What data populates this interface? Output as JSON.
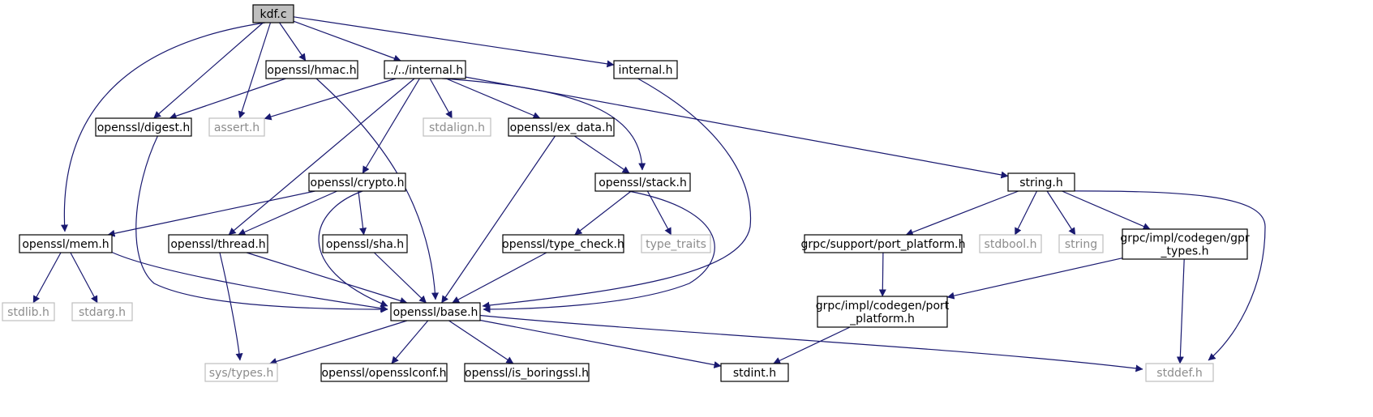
{
  "colors": {
    "edge": "#191970",
    "border_normal": "#000000",
    "border_external": "#bfbfbf",
    "fill_root": "#bfbfbf",
    "fill_normal": "#ffffff",
    "text_normal": "#000000",
    "text_external": "#8c8c8c"
  },
  "nodes": [
    {
      "id": "kdf_c",
      "lines": [
        "kdf.c"
      ],
      "kind": "root"
    },
    {
      "id": "openssl_hmac_h",
      "lines": [
        "openssl/hmac.h"
      ],
      "kind": "normal"
    },
    {
      "id": "internal_rel_h",
      "lines": [
        "../../internal.h"
      ],
      "kind": "normal"
    },
    {
      "id": "internal_h",
      "lines": [
        "internal.h"
      ],
      "kind": "normal"
    },
    {
      "id": "openssl_digest_h",
      "lines": [
        "openssl/digest.h"
      ],
      "kind": "normal"
    },
    {
      "id": "assert_h",
      "lines": [
        "assert.h"
      ],
      "kind": "external"
    },
    {
      "id": "stdalign_h",
      "lines": [
        "stdalign.h"
      ],
      "kind": "external"
    },
    {
      "id": "openssl_ex_data_h",
      "lines": [
        "openssl/ex_data.h"
      ],
      "kind": "normal"
    },
    {
      "id": "openssl_crypto_h",
      "lines": [
        "openssl/crypto.h"
      ],
      "kind": "normal"
    },
    {
      "id": "openssl_stack_h",
      "lines": [
        "openssl/stack.h"
      ],
      "kind": "normal"
    },
    {
      "id": "string_h",
      "lines": [
        "string.h"
      ],
      "kind": "normal"
    },
    {
      "id": "openssl_mem_h",
      "lines": [
        "openssl/mem.h"
      ],
      "kind": "normal"
    },
    {
      "id": "openssl_thread_h",
      "lines": [
        "openssl/thread.h"
      ],
      "kind": "normal"
    },
    {
      "id": "openssl_sha_h",
      "lines": [
        "openssl/sha.h"
      ],
      "kind": "normal"
    },
    {
      "id": "openssl_type_check_h",
      "lines": [
        "openssl/type_check.h"
      ],
      "kind": "normal"
    },
    {
      "id": "type_traits",
      "lines": [
        "type_traits"
      ],
      "kind": "external"
    },
    {
      "id": "grpc_support_port_platform_h",
      "lines": [
        "grpc/support/port_platform.h"
      ],
      "kind": "normal"
    },
    {
      "id": "stdbool_h",
      "lines": [
        "stdbool.h"
      ],
      "kind": "external"
    },
    {
      "id": "string",
      "lines": [
        "string"
      ],
      "kind": "external"
    },
    {
      "id": "grpc_gpr_types_h",
      "lines": [
        "grpc/impl/codegen/gpr",
        "_types.h"
      ],
      "kind": "normal"
    },
    {
      "id": "stdlib_h",
      "lines": [
        "stdlib.h"
      ],
      "kind": "external"
    },
    {
      "id": "stdarg_h",
      "lines": [
        "stdarg.h"
      ],
      "kind": "external"
    },
    {
      "id": "openssl_base_h",
      "lines": [
        "openssl/base.h"
      ],
      "kind": "normal"
    },
    {
      "id": "grpc_port_platform_h",
      "lines": [
        "grpc/impl/codegen/port",
        "_platform.h"
      ],
      "kind": "normal"
    },
    {
      "id": "sys_types_h",
      "lines": [
        "sys/types.h"
      ],
      "kind": "external"
    },
    {
      "id": "openssl_opensslconf_h",
      "lines": [
        "openssl/opensslconf.h"
      ],
      "kind": "normal"
    },
    {
      "id": "openssl_is_boringssl_h",
      "lines": [
        "openssl/is_boringssl.h"
      ],
      "kind": "normal"
    },
    {
      "id": "stdint_h",
      "lines": [
        "stdint.h"
      ],
      "kind": "normal"
    },
    {
      "id": "stddef_h",
      "lines": [
        "stddef.h"
      ],
      "kind": "external"
    }
  ],
  "edges": [
    [
      "kdf_c",
      "openssl_mem_h"
    ],
    [
      "kdf_c",
      "openssl_digest_h"
    ],
    [
      "kdf_c",
      "assert_h"
    ],
    [
      "kdf_c",
      "openssl_hmac_h"
    ],
    [
      "kdf_c",
      "internal_rel_h"
    ],
    [
      "kdf_c",
      "internal_h"
    ],
    [
      "openssl_hmac_h",
      "openssl_digest_h"
    ],
    [
      "openssl_hmac_h",
      "openssl_base_h"
    ],
    [
      "internal_rel_h",
      "assert_h"
    ],
    [
      "internal_rel_h",
      "openssl_thread_h"
    ],
    [
      "internal_rel_h",
      "openssl_crypto_h"
    ],
    [
      "internal_rel_h",
      "stdalign_h"
    ],
    [
      "internal_rel_h",
      "openssl_ex_data_h"
    ],
    [
      "internal_rel_h",
      "openssl_stack_h"
    ],
    [
      "internal_rel_h",
      "string_h"
    ],
    [
      "internal_h",
      "openssl_base_h"
    ],
    [
      "openssl_digest_h",
      "openssl_base_h"
    ],
    [
      "openssl_ex_data_h",
      "openssl_stack_h"
    ],
    [
      "openssl_ex_data_h",
      "openssl_base_h"
    ],
    [
      "openssl_crypto_h",
      "openssl_mem_h"
    ],
    [
      "openssl_crypto_h",
      "openssl_thread_h"
    ],
    [
      "openssl_crypto_h",
      "openssl_sha_h"
    ],
    [
      "openssl_crypto_h",
      "openssl_base_h"
    ],
    [
      "openssl_stack_h",
      "openssl_type_check_h"
    ],
    [
      "openssl_stack_h",
      "type_traits"
    ],
    [
      "openssl_stack_h",
      "openssl_base_h"
    ],
    [
      "string_h",
      "grpc_support_port_platform_h"
    ],
    [
      "string_h",
      "stdbool_h"
    ],
    [
      "string_h",
      "string"
    ],
    [
      "string_h",
      "grpc_gpr_types_h"
    ],
    [
      "string_h",
      "stddef_h"
    ],
    [
      "openssl_mem_h",
      "stdlib_h"
    ],
    [
      "openssl_mem_h",
      "stdarg_h"
    ],
    [
      "openssl_mem_h",
      "openssl_base_h"
    ],
    [
      "openssl_thread_h",
      "sys_types_h"
    ],
    [
      "openssl_thread_h",
      "openssl_base_h"
    ],
    [
      "openssl_sha_h",
      "openssl_base_h"
    ],
    [
      "openssl_type_check_h",
      "openssl_base_h"
    ],
    [
      "grpc_support_port_platform_h",
      "grpc_port_platform_h"
    ],
    [
      "grpc_gpr_types_h",
      "grpc_port_platform_h"
    ],
    [
      "grpc_gpr_types_h",
      "stddef_h"
    ],
    [
      "openssl_base_h",
      "sys_types_h"
    ],
    [
      "openssl_base_h",
      "openssl_opensslconf_h"
    ],
    [
      "openssl_base_h",
      "openssl_is_boringssl_h"
    ],
    [
      "openssl_base_h",
      "stdint_h"
    ],
    [
      "openssl_base_h",
      "stddef_h"
    ],
    [
      "grpc_port_platform_h",
      "stdint_h"
    ]
  ]
}
